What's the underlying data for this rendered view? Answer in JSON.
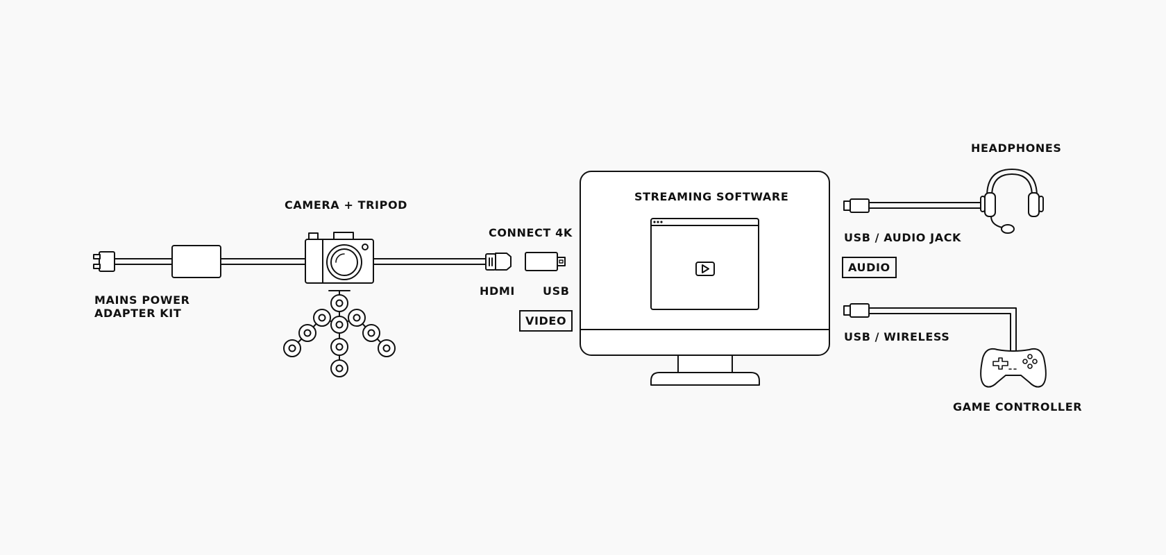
{
  "labels": {
    "mains_power_line1": "MAINS POWER",
    "mains_power_line2": "ADAPTER KIT",
    "camera_tripod": "CAMERA + TRIPOD",
    "connect_4k": "CONNECT 4K",
    "hdmi": "HDMI",
    "usb": "USB",
    "video": "VIDEO",
    "streaming_software": "STREAMING SOFTWARE",
    "headphones": "HEADPHONES",
    "usb_audio_jack": "USB / AUDIO JACK",
    "audio": "AUDIO",
    "usb_wireless": "USB / WIRELESS",
    "game_controller": "GAME CONTROLLER"
  },
  "icons": [
    "power-plug-icon",
    "power-adapter-icon",
    "camera-icon",
    "tripod-icon",
    "hdmi-connector-icon",
    "usb-capture-dongle-icon",
    "monitor-icon",
    "browser-window-icon",
    "play-button-icon",
    "usb-plug-icon",
    "headphones-icon",
    "game-controller-icon"
  ],
  "colors": {
    "stroke": "#111111",
    "background": "#f9f9f9"
  }
}
